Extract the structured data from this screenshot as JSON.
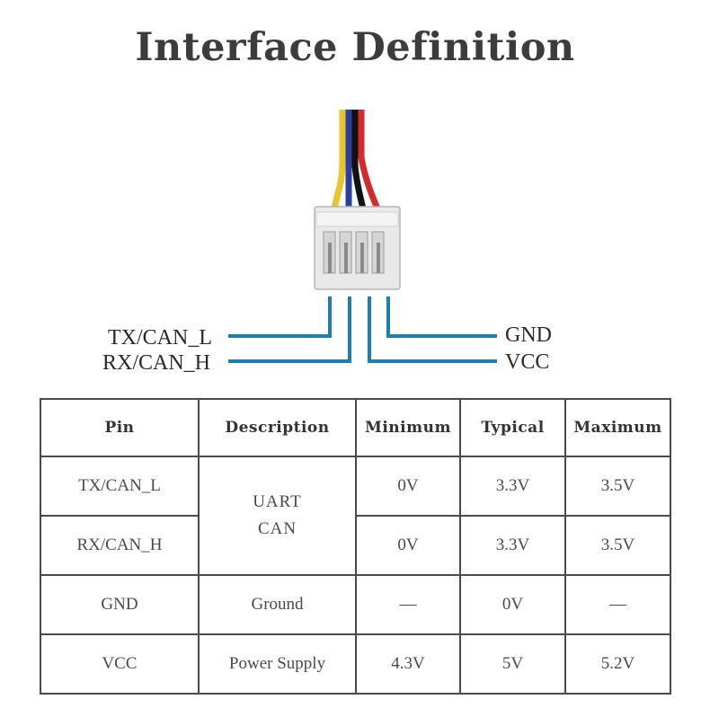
{
  "title": "Interface Definition",
  "pins": {
    "left_top": "TX/CAN_L",
    "left_bottom": "RX/CAN_H",
    "right_top": "GND",
    "right_bottom": "VCC"
  },
  "wire_colors": {
    "wire1": "#e6c62a",
    "wire2": "#2a3f9e",
    "wire3": "#111111",
    "wire4": "#d42b2b"
  },
  "line_color": "#1a7fb5",
  "table": {
    "headers": [
      "Pin",
      "Description",
      "Minimum",
      "Typical",
      "Maximum"
    ],
    "rows": [
      {
        "pin": "TX/CAN_L",
        "min": "0V",
        "typ": "3.3V",
        "max": "3.5V"
      },
      {
        "pin": "RX/CAN_H",
        "min": "0V",
        "typ": "3.3V",
        "max": "3.5V"
      },
      {
        "pin": "GND",
        "desc": "Ground",
        "min": "—",
        "typ": "0V",
        "max": "—"
      },
      {
        "pin": "VCC",
        "desc": "Power Supply",
        "min": "4.3V",
        "typ": "5V",
        "max": "5.2V"
      }
    ],
    "merged_desc": [
      "UART",
      "CAN"
    ]
  }
}
